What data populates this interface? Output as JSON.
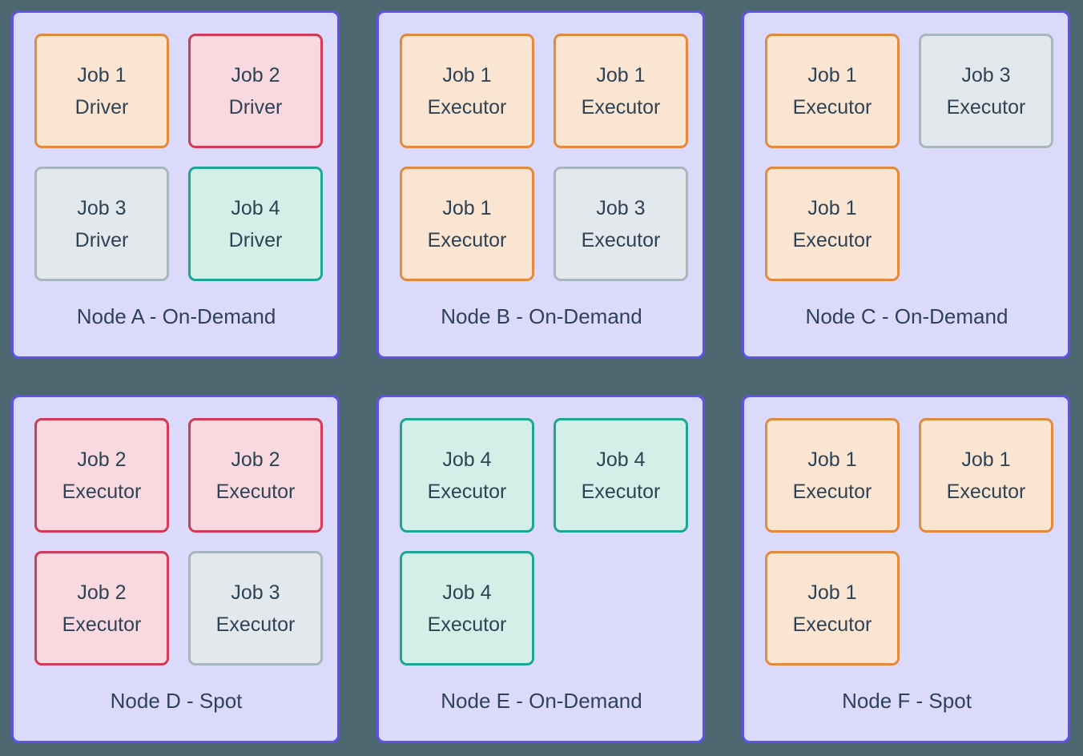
{
  "colors": {
    "page_bg": "#4C6770",
    "node_bg": "#DCDAFA",
    "node_border": "#6052E8",
    "text": "#2F4356",
    "variants": {
      "job-1": {
        "border": "#E28A3E",
        "fill": "#FAE5D2"
      },
      "job-2": {
        "border": "#CF3B59",
        "fill": "#F7D9DF"
      },
      "job-3": {
        "border": "#A9B6BE",
        "fill": "#E3E8EC"
      },
      "job-4": {
        "border": "#1CA68F",
        "fill": "#D2F0E8"
      }
    }
  },
  "nodes": [
    {
      "label": "Node A - On-Demand",
      "jobs": [
        {
          "line1": "Job 1",
          "line2": "Driver",
          "variant": "job-1"
        },
        {
          "line1": "Job 2",
          "line2": "Driver",
          "variant": "job-2"
        },
        {
          "line1": "Job 3",
          "line2": "Driver",
          "variant": "job-3"
        },
        {
          "line1": "Job 4",
          "line2": "Driver",
          "variant": "job-4"
        }
      ]
    },
    {
      "label": "Node B - On-Demand",
      "jobs": [
        {
          "line1": "Job 1",
          "line2": "Executor",
          "variant": "job-1"
        },
        {
          "line1": "Job 1",
          "line2": "Executor",
          "variant": "job-1"
        },
        {
          "line1": "Job 1",
          "line2": "Executor",
          "variant": "job-1"
        },
        {
          "line1": "Job 3",
          "line2": "Executor",
          "variant": "job-3"
        }
      ]
    },
    {
      "label": "Node C - On-Demand",
      "jobs": [
        {
          "line1": "Job 1",
          "line2": "Executor",
          "variant": "job-1"
        },
        {
          "line1": "Job 3",
          "line2": "Executor",
          "variant": "job-3"
        },
        {
          "line1": "Job 1",
          "line2": "Executor",
          "variant": "job-1"
        }
      ]
    },
    {
      "label": "Node D - Spot",
      "jobs": [
        {
          "line1": "Job 2",
          "line2": "Executor",
          "variant": "job-2"
        },
        {
          "line1": "Job 2",
          "line2": "Executor",
          "variant": "job-2"
        },
        {
          "line1": "Job 2",
          "line2": "Executor",
          "variant": "job-2"
        },
        {
          "line1": "Job 3",
          "line2": "Executor",
          "variant": "job-3"
        }
      ]
    },
    {
      "label": "Node E - On-Demand",
      "jobs": [
        {
          "line1": "Job 4",
          "line2": "Executor",
          "variant": "job-4"
        },
        {
          "line1": "Job 4",
          "line2": "Executor",
          "variant": "job-4"
        },
        {
          "line1": "Job 4",
          "line2": "Executor",
          "variant": "job-4"
        }
      ]
    },
    {
      "label": "Node F - Spot",
      "jobs": [
        {
          "line1": "Job 1",
          "line2": "Executor",
          "variant": "job-1"
        },
        {
          "line1": "Job 1",
          "line2": "Executor",
          "variant": "job-1"
        },
        {
          "line1": "Job 1",
          "line2": "Executor",
          "variant": "job-1"
        }
      ]
    }
  ]
}
